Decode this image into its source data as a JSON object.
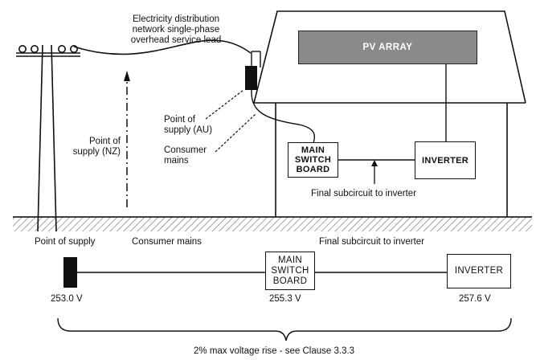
{
  "labels": {
    "service_lead": "Electricity distribution\nnetwork single-phase\noverhead service lead",
    "point_of_supply_nz": "Point of\nsupply (NZ)",
    "point_of_supply_au": "Point of\nsupply (AU)",
    "consumer_mains_top": "Consumer\nmains",
    "final_subcircuit_top": "Final subcircuit to inverter",
    "point_of_supply": "Point of supply",
    "consumer_mains_bottom": "Consumer mains",
    "final_subcircuit_bottom": "Final subcircuit to inverter",
    "summary": "2% max voltage rise - see Clause 3.3.3"
  },
  "house": {
    "pv_array": "PV ARRAY",
    "main_switchboard": "MAIN\nSWITCH\nBOARD",
    "inverter": "INVERTER"
  },
  "line_diagram": {
    "switchboard": "MAIN\nSWITCH\nBOARD",
    "inverter": "INVERTER",
    "voltages": {
      "point_of_supply": "253.0 V",
      "switchboard": "255.3 V",
      "inverter": "257.6 V"
    }
  },
  "colors": {
    "ink": "#111111",
    "pv_fill": "#8a8a8a",
    "meter_fill": "#111111"
  }
}
